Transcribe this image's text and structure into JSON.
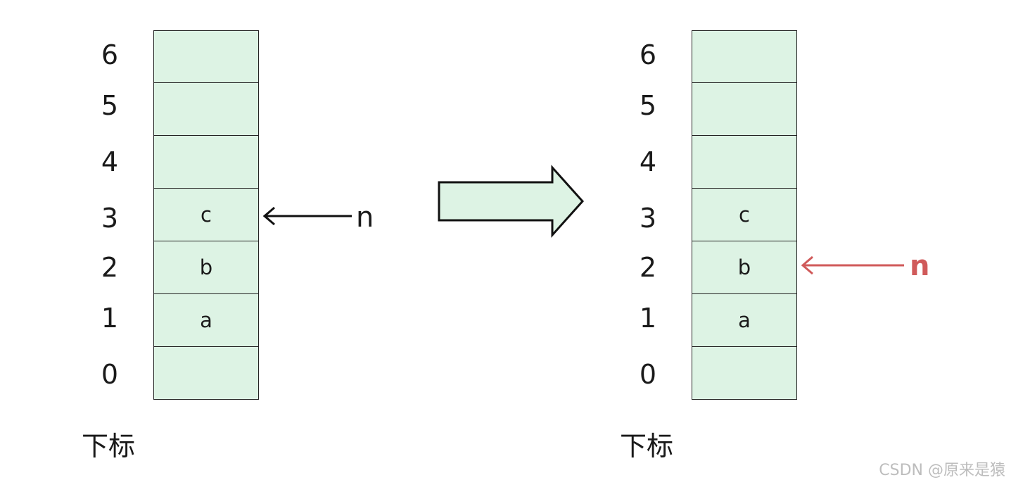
{
  "indices": [
    "6",
    "5",
    "4",
    "3",
    "2",
    "1",
    "0"
  ],
  "left_stack": {
    "cells": [
      "",
      "",
      "",
      "c",
      "b",
      "a",
      ""
    ],
    "caption": "下标",
    "pointer": {
      "label": "n",
      "index": 3,
      "color": "#111111"
    }
  },
  "right_stack": {
    "cells": [
      "",
      "",
      "",
      "c",
      "b",
      "a",
      ""
    ],
    "caption": "下标",
    "pointer": {
      "label": "n",
      "index": 2,
      "color": "#d05a5a"
    }
  },
  "colors": {
    "cell_fill": "#ddf3e4",
    "transition_arrow_fill": "#ddf3e4"
  },
  "watermark": "CSDN @原来是猿"
}
